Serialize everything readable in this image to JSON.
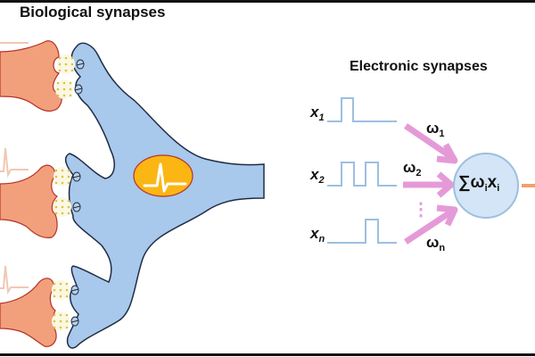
{
  "titles": {
    "biological": "Biological synapses",
    "electronic": "Electronic synapses"
  },
  "inputs": [
    {
      "var": "x",
      "sub": "1",
      "pulses": 1
    },
    {
      "var": "x",
      "sub": "2",
      "pulses": 2
    },
    {
      "var": "x",
      "sub": "n",
      "pulses": 1
    }
  ],
  "weights": [
    {
      "sym": "ω",
      "sub": "1"
    },
    {
      "sym": "ω",
      "sub": "2"
    },
    {
      "sym": "ω",
      "sub": "n"
    }
  ],
  "ellipsis": "⋮",
  "summation": {
    "sigma": "∑",
    "w": "ω",
    "wsub": "i",
    "x": "x",
    "xsub": "i"
  },
  "colors": {
    "presynaptic": "#f2a07b",
    "presynaptic_stroke": "#b5322a",
    "postsynaptic": "#a8c8ec",
    "postsynaptic_stroke": "#1f2d45",
    "vesicle": "#d8c83a",
    "nucleus": "#fbb614",
    "arrow": "#e59ad8",
    "pulse": "#9cbfe0",
    "neuron_node": "#d3e5f6",
    "output": "#f0a070",
    "faded_spike": "#f0c8b4"
  }
}
